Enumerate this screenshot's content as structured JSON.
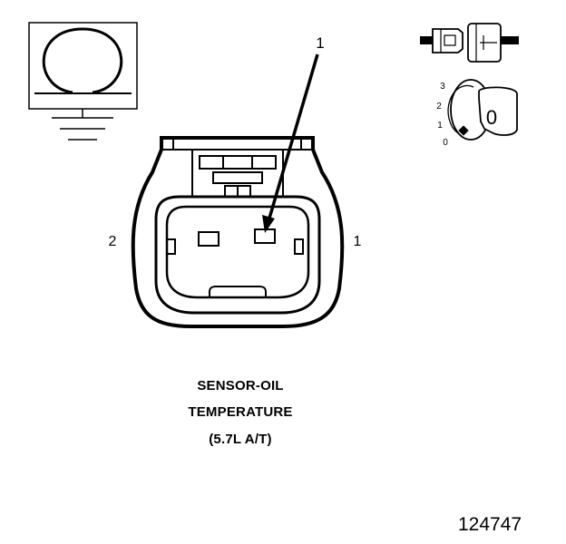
{
  "caption": {
    "line1": "SENSOR-OIL",
    "line2": "TEMPERATURE",
    "line3": "(5.7L A/T)"
  },
  "callouts": {
    "pointer": "1",
    "pin_left": "2",
    "pin_right": "1"
  },
  "key_positions": [
    "3",
    "2",
    "1",
    "0"
  ],
  "key_label": "0",
  "figure_number": "124747",
  "icons": {
    "schematic_symbol": "ohm-resistor-symbol-icon",
    "ground": "ground-icon",
    "connector_symbol": "connector-pair-icon",
    "ignition": "ignition-key-icon"
  },
  "colors": {
    "line": "#000000",
    "background": "#ffffff"
  }
}
